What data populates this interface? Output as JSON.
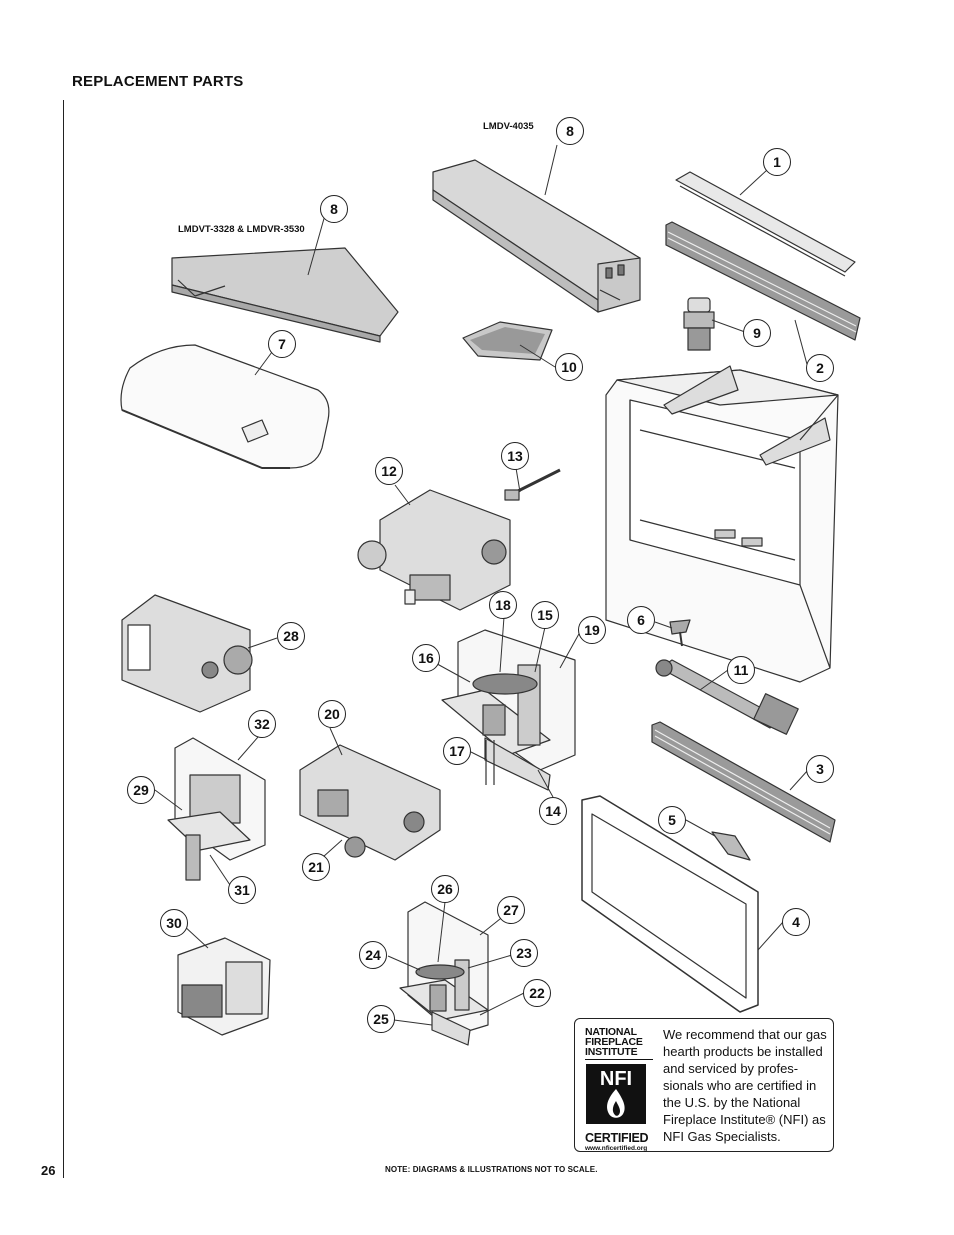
{
  "page": {
    "title": "REPLACEMENT PARTS",
    "page_number": "26",
    "note": "NOTE: DIAGRAMS & ILLUSTRATIONS NOT TO SCALE."
  },
  "models": {
    "upper": "LMDV-4035",
    "lower": "LMDVT-3328 & LMDVR-3530"
  },
  "callouts": [
    "8",
    "1",
    "8",
    "9",
    "2",
    "7",
    "10",
    "13",
    "12",
    "28",
    "18",
    "15",
    "6",
    "19",
    "16",
    "11",
    "20",
    "32",
    "17",
    "3",
    "29",
    "14",
    "5",
    "21",
    "31",
    "26",
    "30",
    "27",
    "4",
    "24",
    "23",
    "22",
    "25"
  ],
  "nfi": {
    "logo_line1": "NATIONAL",
    "logo_line2": "FIREPLACE",
    "logo_line3": "INSTITUTE",
    "logo_mark": "NFI",
    "logo_certified": "CERTIFIED",
    "logo_url": "www.nficertified.org",
    "text": "We recommend that our gas hearth products be installed and serviced by profes-sionals who are certified in the U.S. by the National Fireplace Institute® (NFI) as NFI Gas Specialists."
  }
}
